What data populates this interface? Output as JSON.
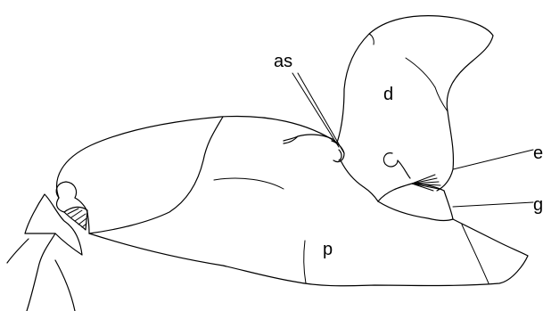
{
  "labels": {
    "as": "as",
    "d": "d",
    "e": "e",
    "g": "g",
    "p": "p"
  }
}
